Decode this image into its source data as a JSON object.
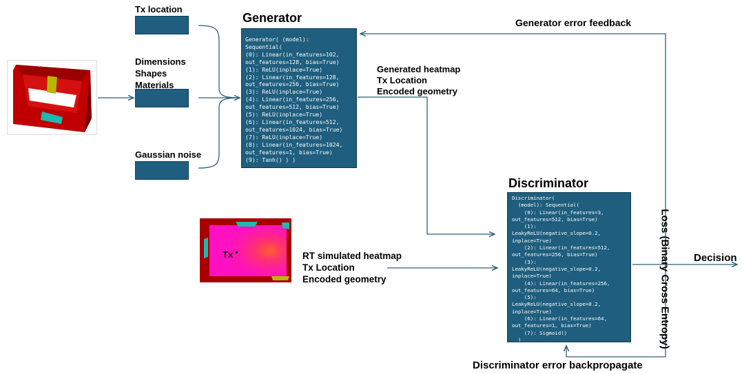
{
  "generator": {
    "title": "Generator",
    "code_lines": [
      "Generator( (model):",
      "Sequential(",
      "(0): Linear(in_features=102,",
      "out_features=128, bias=True)",
      "(1): ReLU(inplace=True)",
      "(2): Linear(in_features=128,",
      "out_features=256, bias=True)",
      "(3): ReLU(inplace=True)",
      "(4): Linear(in_features=256,",
      "out_features=512, bias=True)",
      "(5): ReLU(inplace=True)",
      "(6): Linear(in_features=512,",
      "out_features=1024, bias=True)",
      "(7): ReLU(inplace=True)",
      "(8): Linear(in_features=1024,",
      "out_features=1, bias=True)",
      "(9): Tanh() ) )"
    ]
  },
  "inputs": {
    "tx_location": "Tx location",
    "dimensions": "Dimensions",
    "shapes": "Shapes",
    "materials": "Materials",
    "gaussian_noise": "Gaussian noise"
  },
  "generated_output": {
    "line1": "Generated heatmap",
    "line2": "Tx Location",
    "line3": "Encoded geometry"
  },
  "discriminator": {
    "title": "Discriminator",
    "code_lines": [
      "Discriminator(",
      "  (model): Sequential(",
      "    (0): Linear(in_features=3,",
      "out_features=512, bias=True)",
      "    (1):",
      "LeakyReLU(negative_slope=0.2,",
      "inplace=True)",
      "    (2): Linear(in_features=512,",
      "out_features=256, bias=True)",
      "    (3):",
      "LeakyReLU(negative_slope=0.2,",
      "inplace=True)",
      "    (4): Linear(in_features=256,",
      "out_features=64, bias=True)",
      "    (5):",
      "LeakyReLU(negative_slope=0.2,",
      "inplace=True)",
      "    (6): Linear(in_features=64,",
      "out_features=1, bias=True)",
      "    (7): Sigmoid()",
      "  )",
      ")"
    ]
  },
  "rt_input": {
    "line1": "RT simulated heatmap",
    "line2": "Tx Location",
    "line3": "Encoded geometry",
    "tx_marker": "Tx"
  },
  "feedback": {
    "generator_error": "Generator error feedback",
    "discriminator_error": "Discriminator error backpropagate",
    "loss": "Loss (Binary Cross Entropy)",
    "decision": "Decision"
  },
  "colors": {
    "box_fill": "#1f5e7e",
    "arrow": "#2f5f78",
    "room_wall": "#a80000",
    "room_window_yellow": "#b8b800",
    "room_window_teal": "#1fb8b0",
    "heatmap_magenta": "#ff1aa8"
  }
}
